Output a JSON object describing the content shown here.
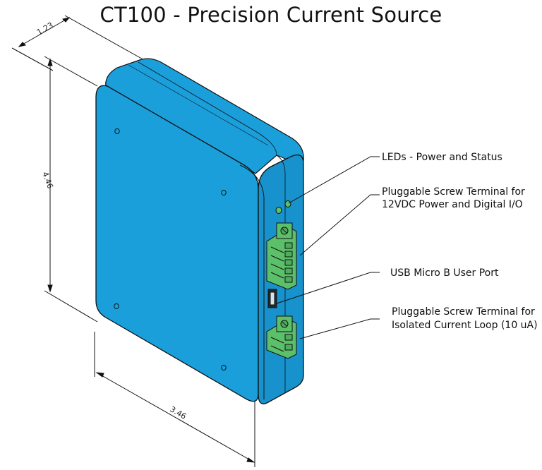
{
  "title": "CT100 - Precision Current Source",
  "dimensions": {
    "depth": "1.23",
    "height": "4.46",
    "width": "3.46"
  },
  "callouts": [
    {
      "id": "leds",
      "lines": [
        "LEDs - Power and Status"
      ]
    },
    {
      "id": "power-terminal",
      "lines": [
        "Pluggable Screw Terminal for",
        "12VDC Power and Digital I/O"
      ]
    },
    {
      "id": "usb",
      "lines": [
        "USB Micro B User Port"
      ]
    },
    {
      "id": "loop-terminal",
      "lines": [
        "Pluggable Screw Terminal for",
        "Isolated Current Loop (10 uA)"
      ]
    }
  ],
  "colors": {
    "enclosure": "#1a9fdb",
    "enclosure_dark": "#1287c0",
    "terminal": "#5cc06a",
    "outline": "#111111"
  }
}
